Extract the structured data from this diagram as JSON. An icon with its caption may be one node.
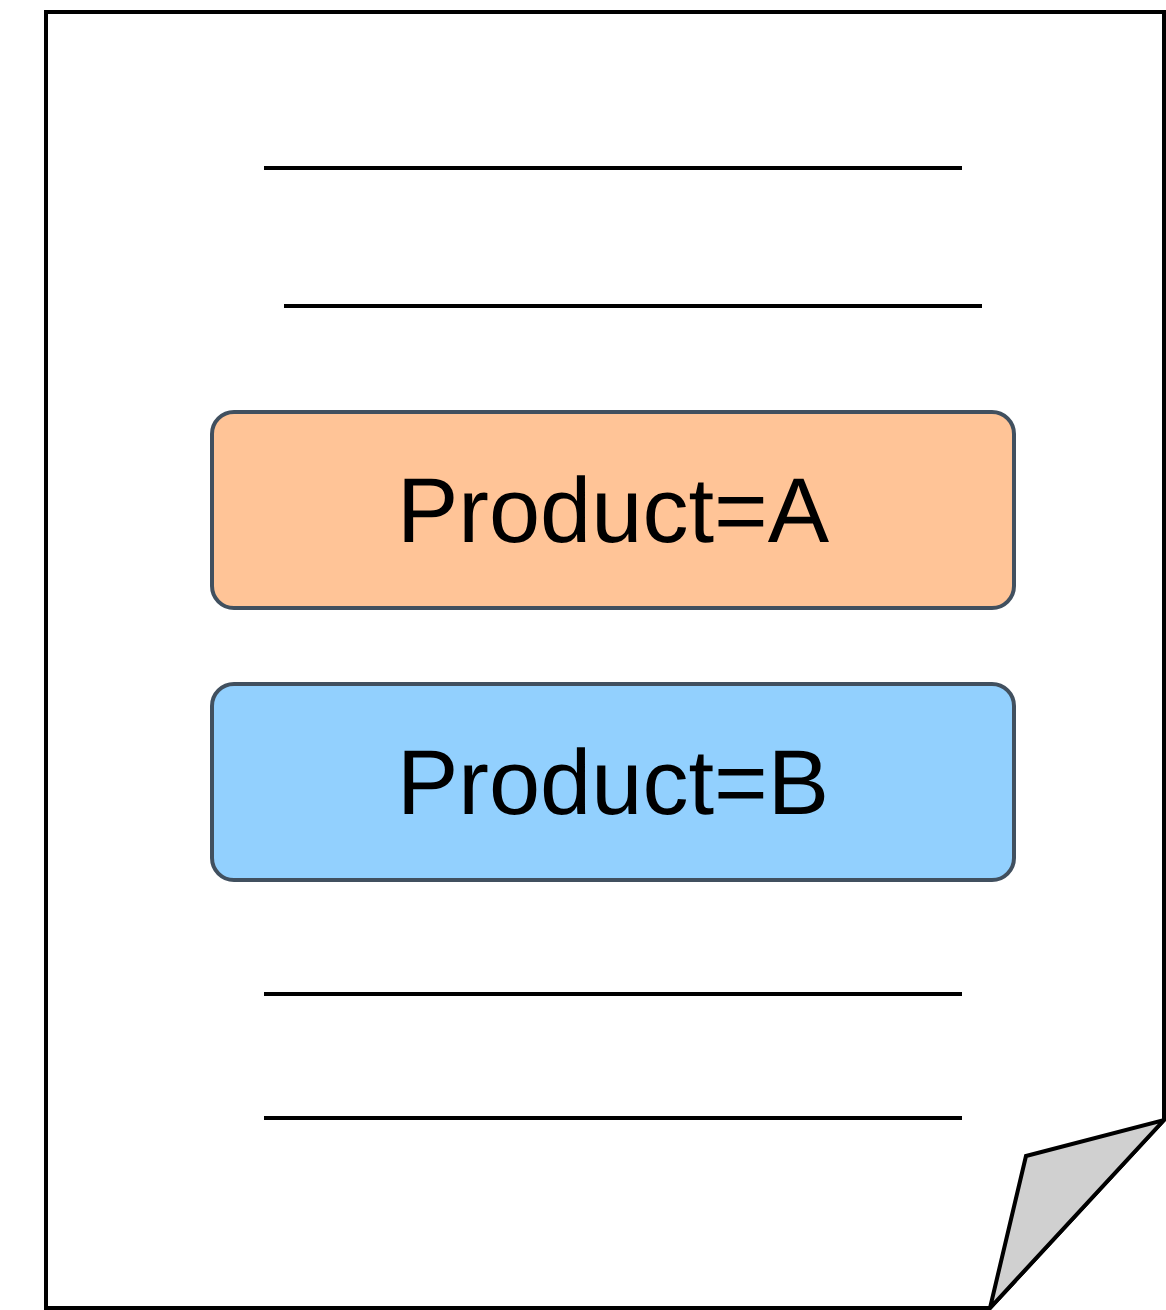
{
  "diagram": {
    "nodes": [
      {
        "text": [],
        "shape": "document"
      },
      {
        "text": [
          "Product=A"
        ],
        "in": 0
      },
      {
        "text": [
          "Product=B"
        ],
        "in": 0
      }
    ]
  }
}
